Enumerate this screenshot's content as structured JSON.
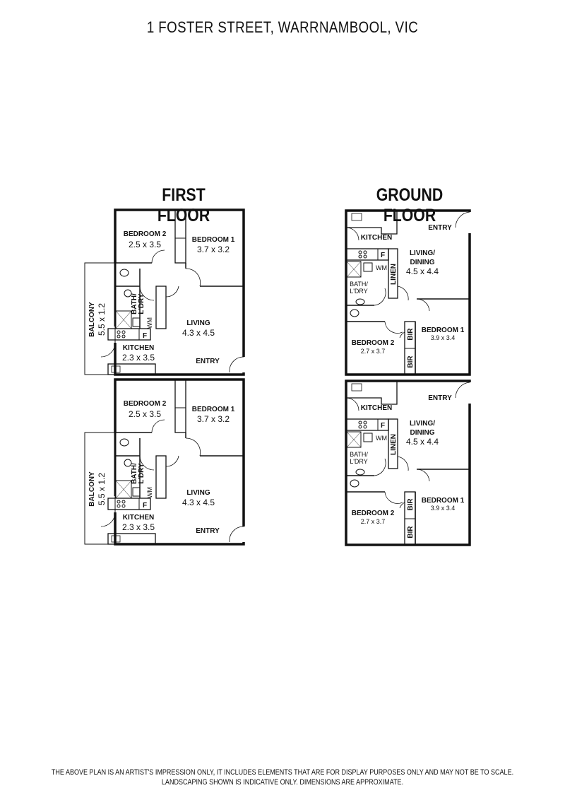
{
  "title": "1 FOSTER STREET, WARRNAMBOOL, VIC",
  "first_floor": {
    "heading": "FIRST FLOOR",
    "units": [
      {
        "bedroom2": "BEDROOM 2",
        "bedroom2_size": "2.5 x 3.5",
        "bedroom1": "BEDROOM 1",
        "bedroom1_size": "3.7 x 3.2",
        "bath_1": "BATH/",
        "bath_2": "L'DRY",
        "wm": "WM",
        "fridge": "F",
        "kitchen": "KITCHEN",
        "kitchen_size": "2.3 x 3.5",
        "living": "LIVING",
        "living_size": "4.3 x 4.5",
        "entry": "ENTRY",
        "balcony": "BALCONY",
        "balcony_size": "5.5 x 1.2"
      },
      {
        "bedroom2": "BEDROOM 2",
        "bedroom2_size": "2.5 x 3.5",
        "bedroom1": "BEDROOM 1",
        "bedroom1_size": "3.7 x 3.2",
        "bath_1": "BATH/",
        "bath_2": "L'DRY",
        "wm": "WM",
        "fridge": "F",
        "kitchen": "KITCHEN",
        "kitchen_size": "2.3 x 3.5",
        "living": "LIVING",
        "living_size": "4.3 x 4.5",
        "entry": "ENTRY",
        "balcony": "BALCONY",
        "balcony_size": "5.5 x 1.2"
      }
    ]
  },
  "ground_floor": {
    "heading": "GROUND FLOOR",
    "units": [
      {
        "kitchen": "KITCHEN",
        "entry": "ENTRY",
        "living_1": "LIVING/",
        "living_2": "DINING",
        "living_size": "4.5 x 4.4",
        "fridge": "F",
        "wm": "WM",
        "linen": "LINEN",
        "bath_1": "BATH/",
        "bath_2": "L'DRY",
        "bedroom2": "BEDROOM 2",
        "bedroom2_size": "2.7 x 3.7",
        "bedroom1": "BEDROOM 1",
        "bedroom1_size": "3.9 x 3.4",
        "bir_1": "BIR",
        "bir_2": "BIR"
      },
      {
        "kitchen": "KITCHEN",
        "entry": "ENTRY",
        "living_1": "LIVING/",
        "living_2": "DINING",
        "living_size": "4.5 x 4.4",
        "fridge": "F",
        "wm": "WM",
        "linen": "LINEN",
        "bath_1": "BATH/",
        "bath_2": "L'DRY",
        "bedroom2": "BEDROOM 2",
        "bedroom2_size": "2.7 x 3.7",
        "bedroom1": "BEDROOM 1",
        "bedroom1_size": "3.9 x 3.4",
        "bir_1": "BIR",
        "bir_2": "BIR"
      }
    ]
  },
  "footer": {
    "line1": "THE ABOVE PLAN IS AN ARTIST'S IMPRESSION ONLY, IT INCLUDES ELEMENTS THAT ARE FOR DISPLAY PURPOSES ONLY AND MAY NOT BE TO SCALE.",
    "line2": "LANDSCAPING SHOWN IS INDICATIVE ONLY. DIMENSIONS ARE APPROXIMATE."
  }
}
